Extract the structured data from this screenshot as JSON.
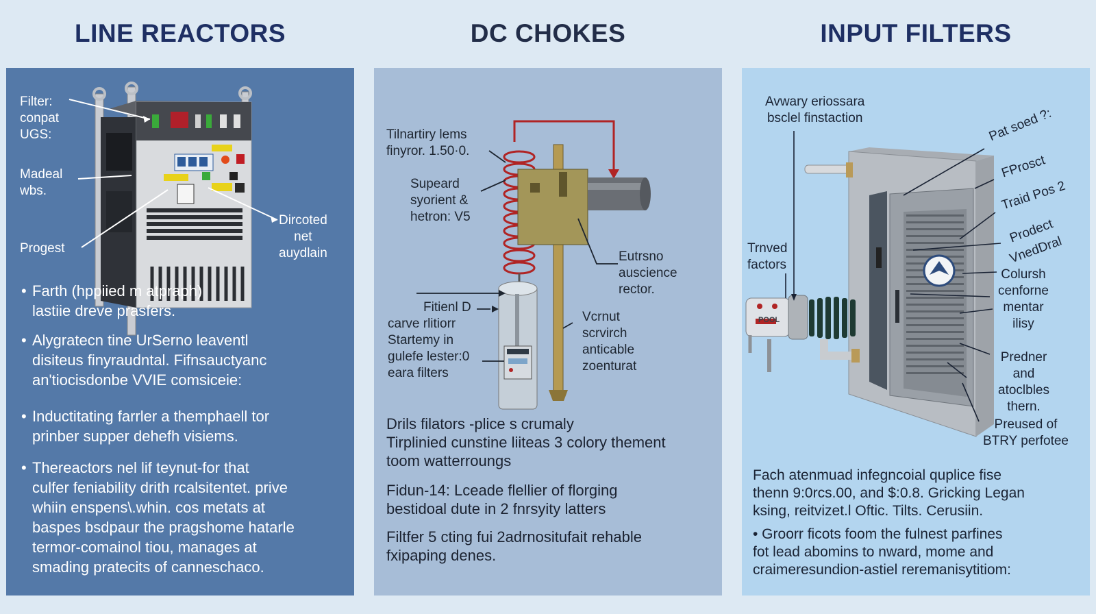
{
  "headings": {
    "line_reactors": "LINE REACTORS",
    "dc_chokes": "DC CHOKES",
    "input_filters": "INPUT FILTERS"
  },
  "colors": {
    "heading": "#1e2f63",
    "panel_line_reactors": "#5479a8",
    "panel_dc_chokes": "#a7bdd7",
    "panel_input_filters": "#b3d5ef",
    "coil_red": "#b02424"
  },
  "line_reactors": {
    "labels": {
      "filter_conpat": "Filter:\nconpat\nUGS:",
      "madeal": "Madeal\nwbs.",
      "progest": "Progest",
      "dircoted": "Dircoted\nnet\nauydlain"
    },
    "bullets": [
      "Farth (hppiied m atpraph)\nlastiie dreve prasfers.",
      "Alygratecn tine UrSerno leaventl\ndisiteus finyraudntal. Fifnsauctyanc\nan'tiocisdonbe VVIE comsiceie:",
      "Inductitating farrler a themphaell tor\nprinber supper dehefh visiems.",
      "Thereactors nel lif teynut-for that\nculfer feniability drith rcalsitentet. prive\nwhiin enspens\\.whin. cos metats at\nbaspes bsdpaur the pragshome hatarle\ntermor-comainol tiou, manages at\nsmading pratecits of canneschaco."
    ]
  },
  "dc_chokes": {
    "labels": {
      "tilnartiry": "Tilnartiry lems\nfinyror. 1.50·0.",
      "supeard": "Supeard\nsyorient &\nhetron: V5",
      "eutrsno": "Eutrsno\nauscience\nrector.",
      "fitienl": "Fitienl D",
      "carve": "carve rlitiorr\nStartemy in\ngulefe lester:0\neara filters",
      "vcrnut": "Vcrnut\nscrvirch\nanticable\nzoenturat"
    },
    "paragraphs": [
      "Drils filators -plice s crumaly\nTirplinied cunstine liiteas 3 colory thement\ntoom watterroungs",
      "Fidun-14: Lceade flellier of florging\nbestidoal dute in 2 fnrsyity latters",
      "Filtfer 5 cting fui 2adrnositufait rehable\nfxipaping denes."
    ]
  },
  "input_filters": {
    "labels": {
      "avwary": "Avwary eriossara\nbsclel finstaction",
      "trnved": "Trnved\nfactors",
      "pat_soed": "Pat soed ?:",
      "fprosct": "FProsct",
      "traid": "Traid Pos 2",
      "prodect": "Prodect",
      "vnedral": "VnedDral",
      "colursh": "Colursh\ncenforne\nmentar\nilisy",
      "predner": "Predner\nand\natoclbles\nthern.",
      "preused": "Preused of\nBTRY perfotee",
      "pool": "POOL"
    },
    "paragraphs": [
      "Fach atenmuad infegncoial quplice fise\nthenn 9:0rcs.00, and $:0.8. Gricking Legan\nksing, reitvizet.l Oftic. Tilts. Cerusiin.",
      "• Groorr ficots foom the fulnest parfines\nfot lead abomins to nward, mome and\ncraimeresundion-astiel reremanisytitiom:"
    ]
  }
}
